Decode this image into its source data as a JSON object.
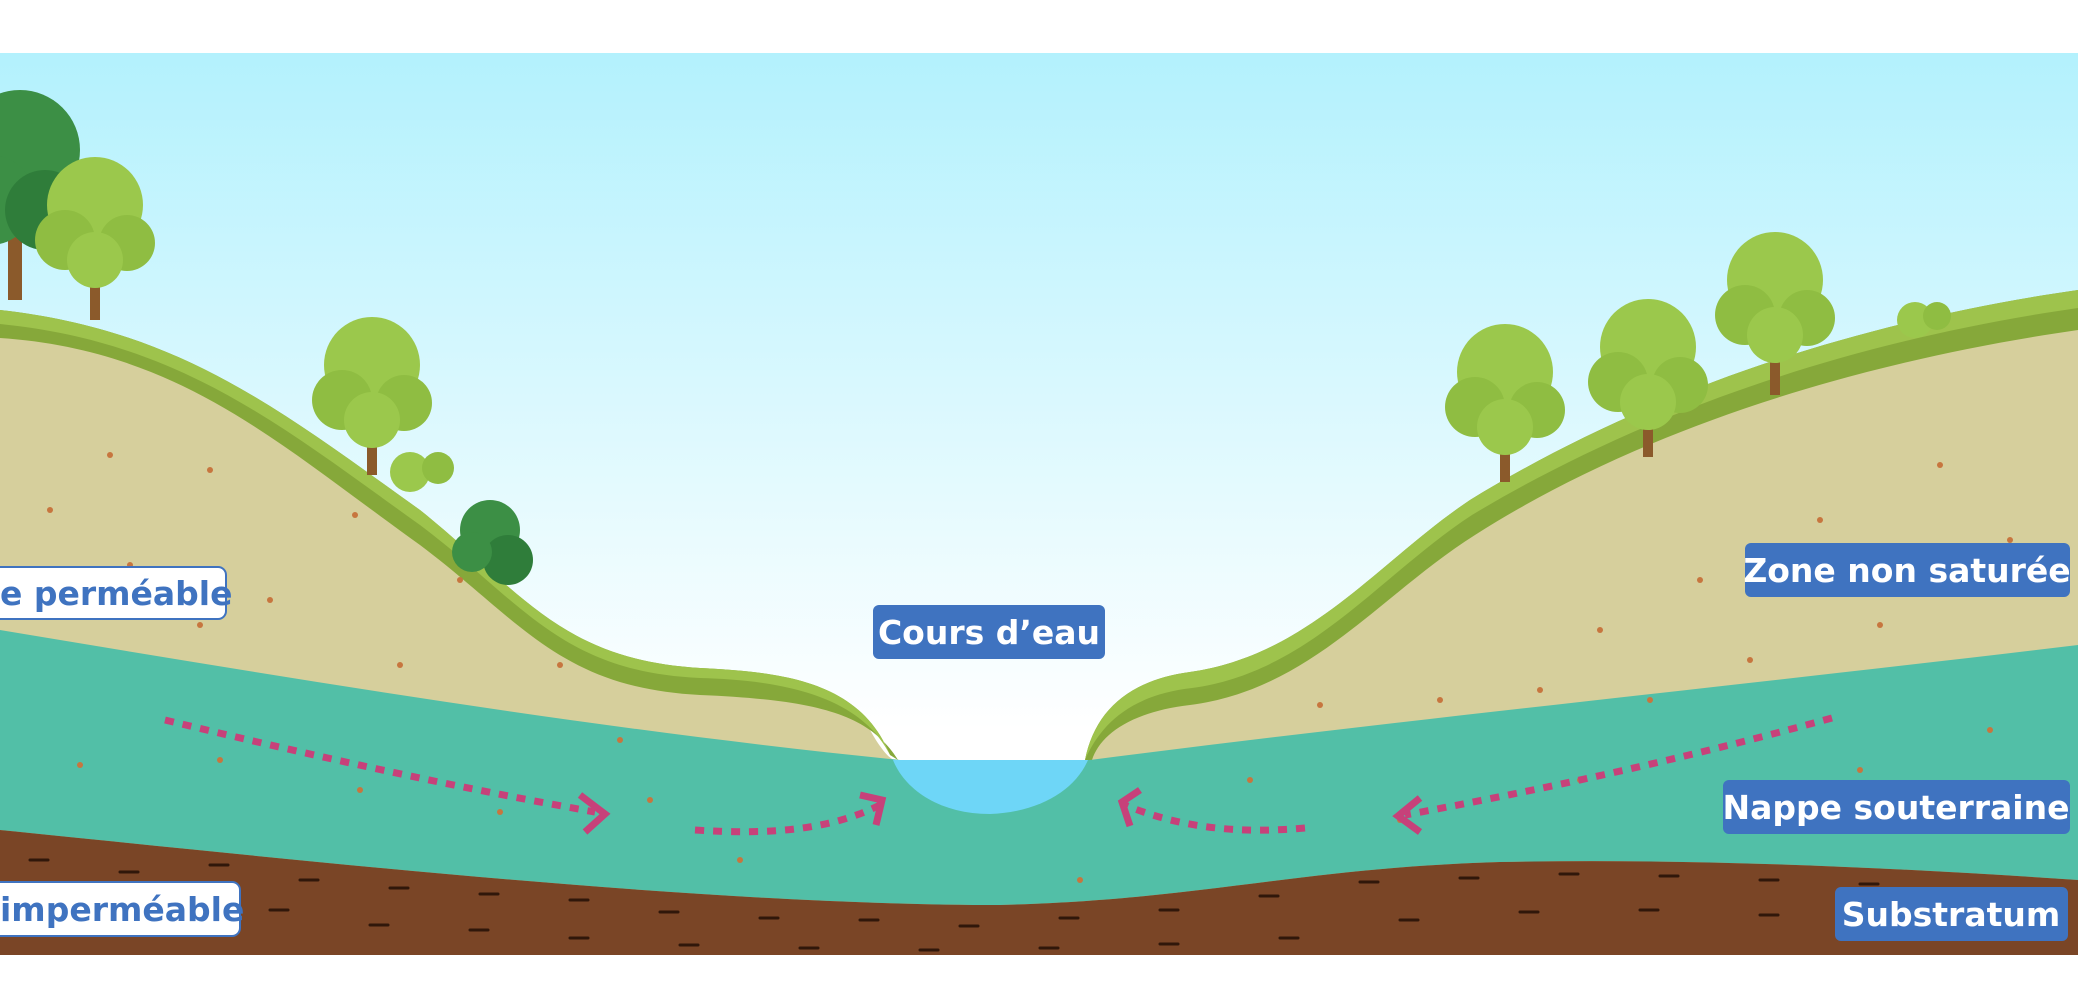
{
  "labels": {
    "permeable": "e perméable",
    "cours_deau": "Cours d’eau",
    "zone_non_saturee": "Zone non saturée",
    "nappe_souterraine": "Nappe souterraine",
    "impermeable": "imperméable",
    "substratum": "Substratum"
  },
  "colors": {
    "sky_top": "#b3f1fd",
    "sky_bottom": "#ffffff",
    "soil": "#d6cf9c",
    "grass_dark": "#86a83a",
    "grass_light": "#9ec34c",
    "aquifer": "#52bfa7",
    "water": "#6ed6f7",
    "bedrock": "#7a4526",
    "dash": "#30170a",
    "arrow": "#c7417a",
    "label_blue": "#3f73c0",
    "tree_light": "#9bc84c",
    "tree_dark": "#3c8f45",
    "trunk": "#8b5a2b",
    "dot": "#c7763f"
  },
  "icons": [
    "tree-icon",
    "bush-icon",
    "flow-arrow-icon"
  ]
}
